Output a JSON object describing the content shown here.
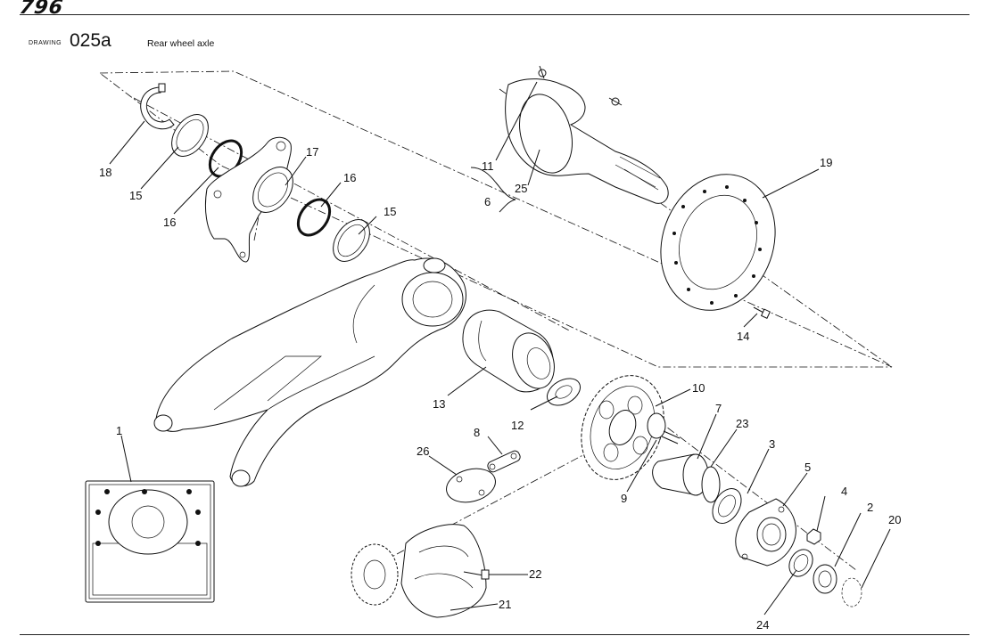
{
  "header": {
    "model": "796",
    "drawing_word": "DRAWING",
    "drawing_code": "025a",
    "title": "Rear wheel axle"
  },
  "callouts": {
    "c1": "1",
    "c2": "2",
    "c3": "3",
    "c4": "4",
    "c5": "5",
    "c6": "6",
    "c7": "7",
    "c8": "8",
    "c9": "9",
    "c10": "10",
    "c11": "11",
    "c12": "12",
    "c13": "13",
    "c14": "14",
    "c15a": "15",
    "c15b": "15",
    "c16a": "16",
    "c16b": "16",
    "c17": "17",
    "c18": "18",
    "c19": "19",
    "c20": "20",
    "c21": "21",
    "c22": "22",
    "c23": "23",
    "c24": "24",
    "c25": "25",
    "c26": "26"
  }
}
